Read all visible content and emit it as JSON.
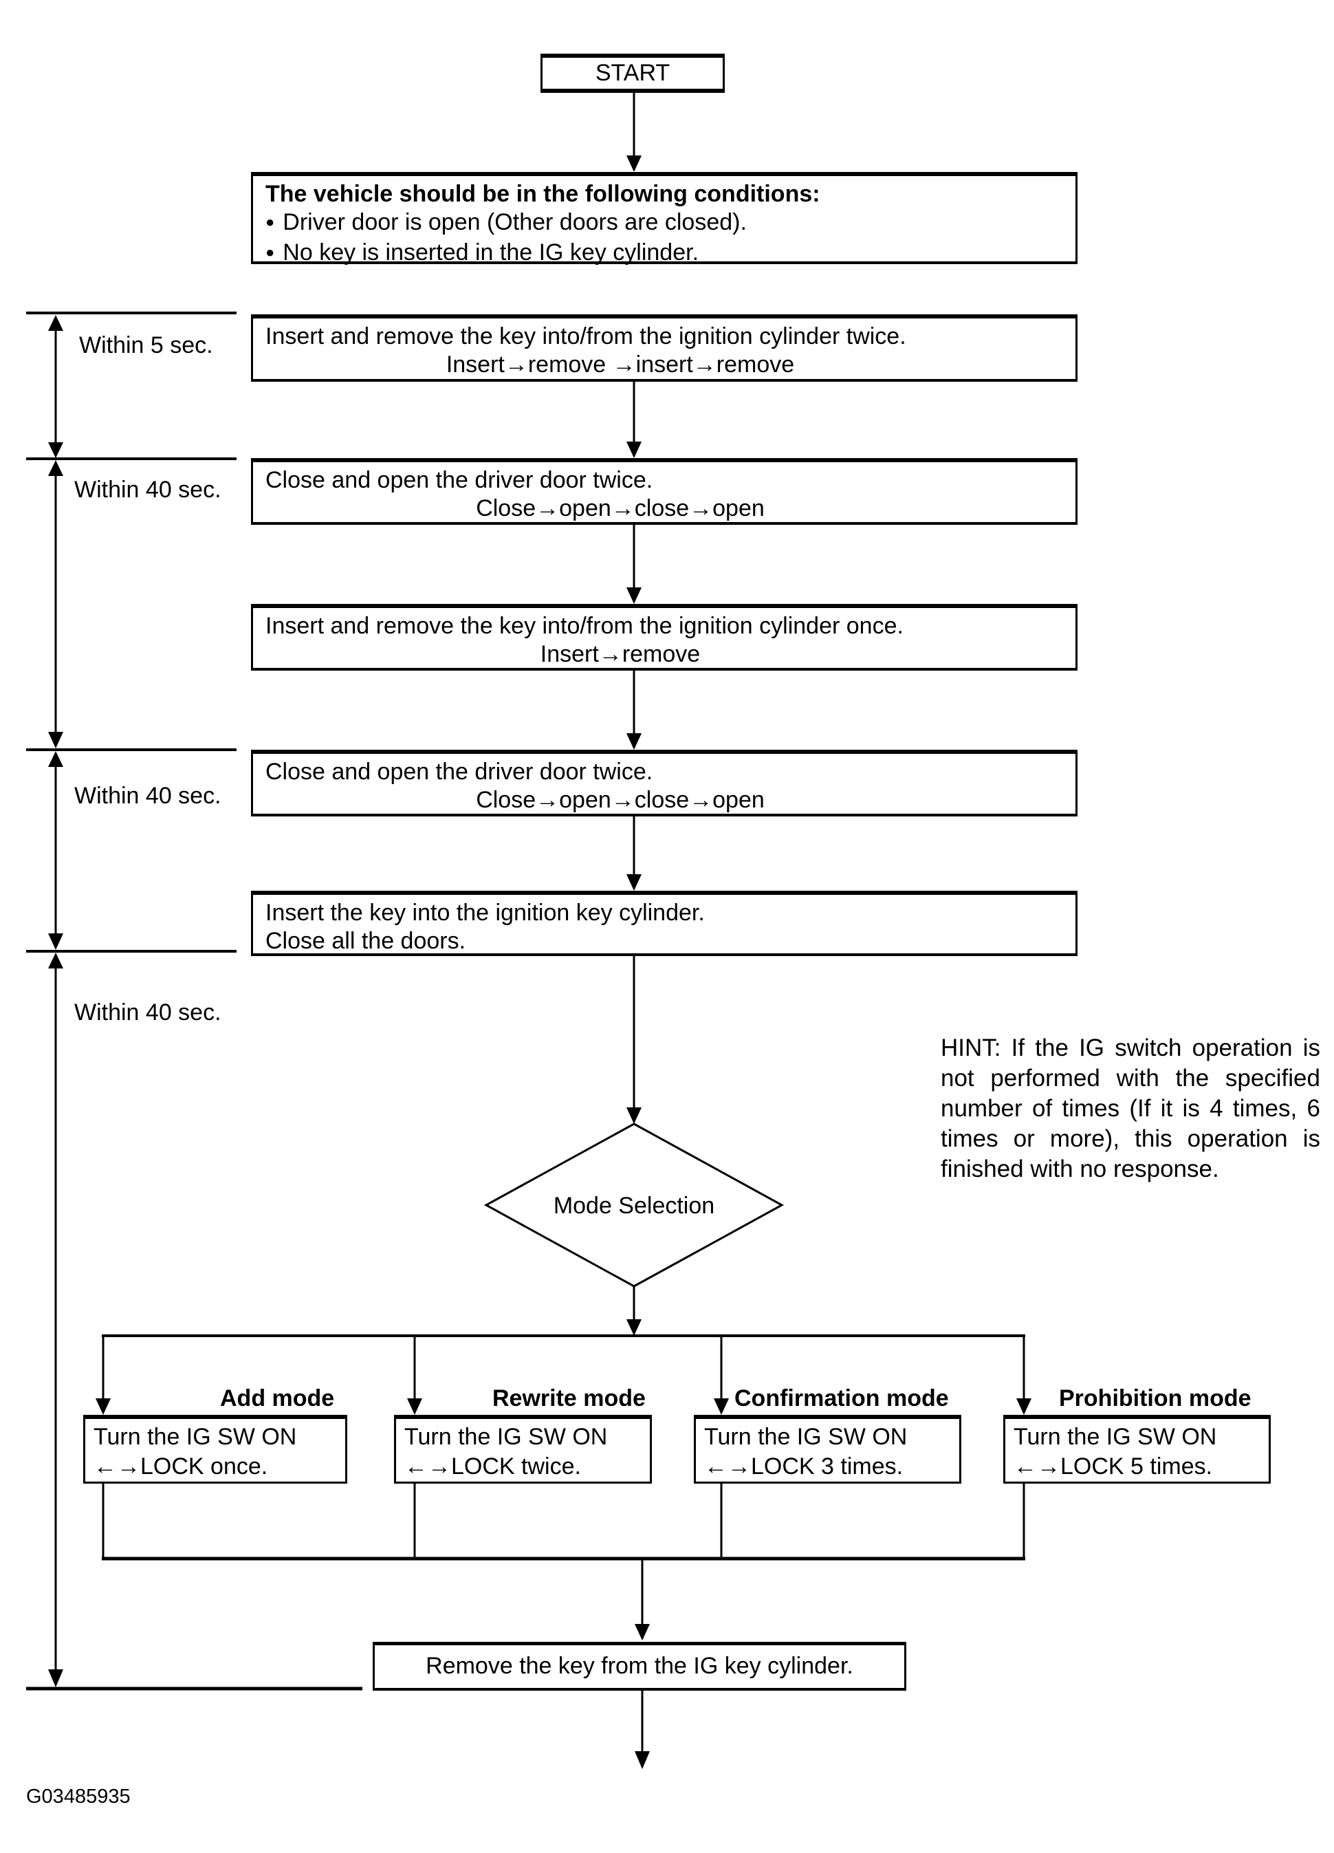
{
  "page": {
    "code": "G03485935"
  },
  "flow": {
    "start_label": "START",
    "conditions": {
      "title": "The vehicle should be in the following conditions:",
      "bullet_glyph": "●",
      "bullets": [
        "Driver door is open (Other doors are closed).",
        "No key is inserted in the IG key cylinder."
      ]
    },
    "timers": [
      "Within 5 sec.",
      "Within 40 sec.",
      "Within 40 sec.",
      "Within 40 sec."
    ],
    "steps": [
      {
        "line1": "Insert and remove the key into/from the ignition cylinder twice.",
        "line2": "Insert→remove →insert→remove"
      },
      {
        "line1": "Close and open the driver door twice.",
        "line2": "Close→open→close→open"
      },
      {
        "line1": "Insert and remove the key into/from the ignition cylinder once.",
        "line2": "Insert→remove"
      },
      {
        "line1": "Close and open the driver door twice.",
        "line2": "Close→open→close→open"
      },
      {
        "line1": "Insert the key into the ignition key cylinder.",
        "line2": "Close all the doors."
      }
    ],
    "decision": "Mode Selection",
    "hint": {
      "lines": [
        "HINT: If the IG switch operation is",
        "not performed with the specified",
        "number of times (If it is 4 times, 6",
        "times or more), this operation is",
        "finished with no response."
      ]
    },
    "modes": [
      {
        "label": "Add mode",
        "line1": "Turn the IG SW ON",
        "line2": "←→LOCK once."
      },
      {
        "label": "Rewrite mode",
        "line1": "Turn the IG SW ON",
        "line2": "←→LOCK twice."
      },
      {
        "label": "Confirmation mode",
        "line1": "Turn the IG SW ON",
        "line2": "←→LOCK 3 times."
      },
      {
        "label": "Prohibition mode",
        "line1": "Turn the IG SW ON",
        "line2": "←→LOCK 5 times."
      }
    ],
    "final_step": "Remove the key from the IG key cylinder.",
    "ink_color": "#000000"
  }
}
